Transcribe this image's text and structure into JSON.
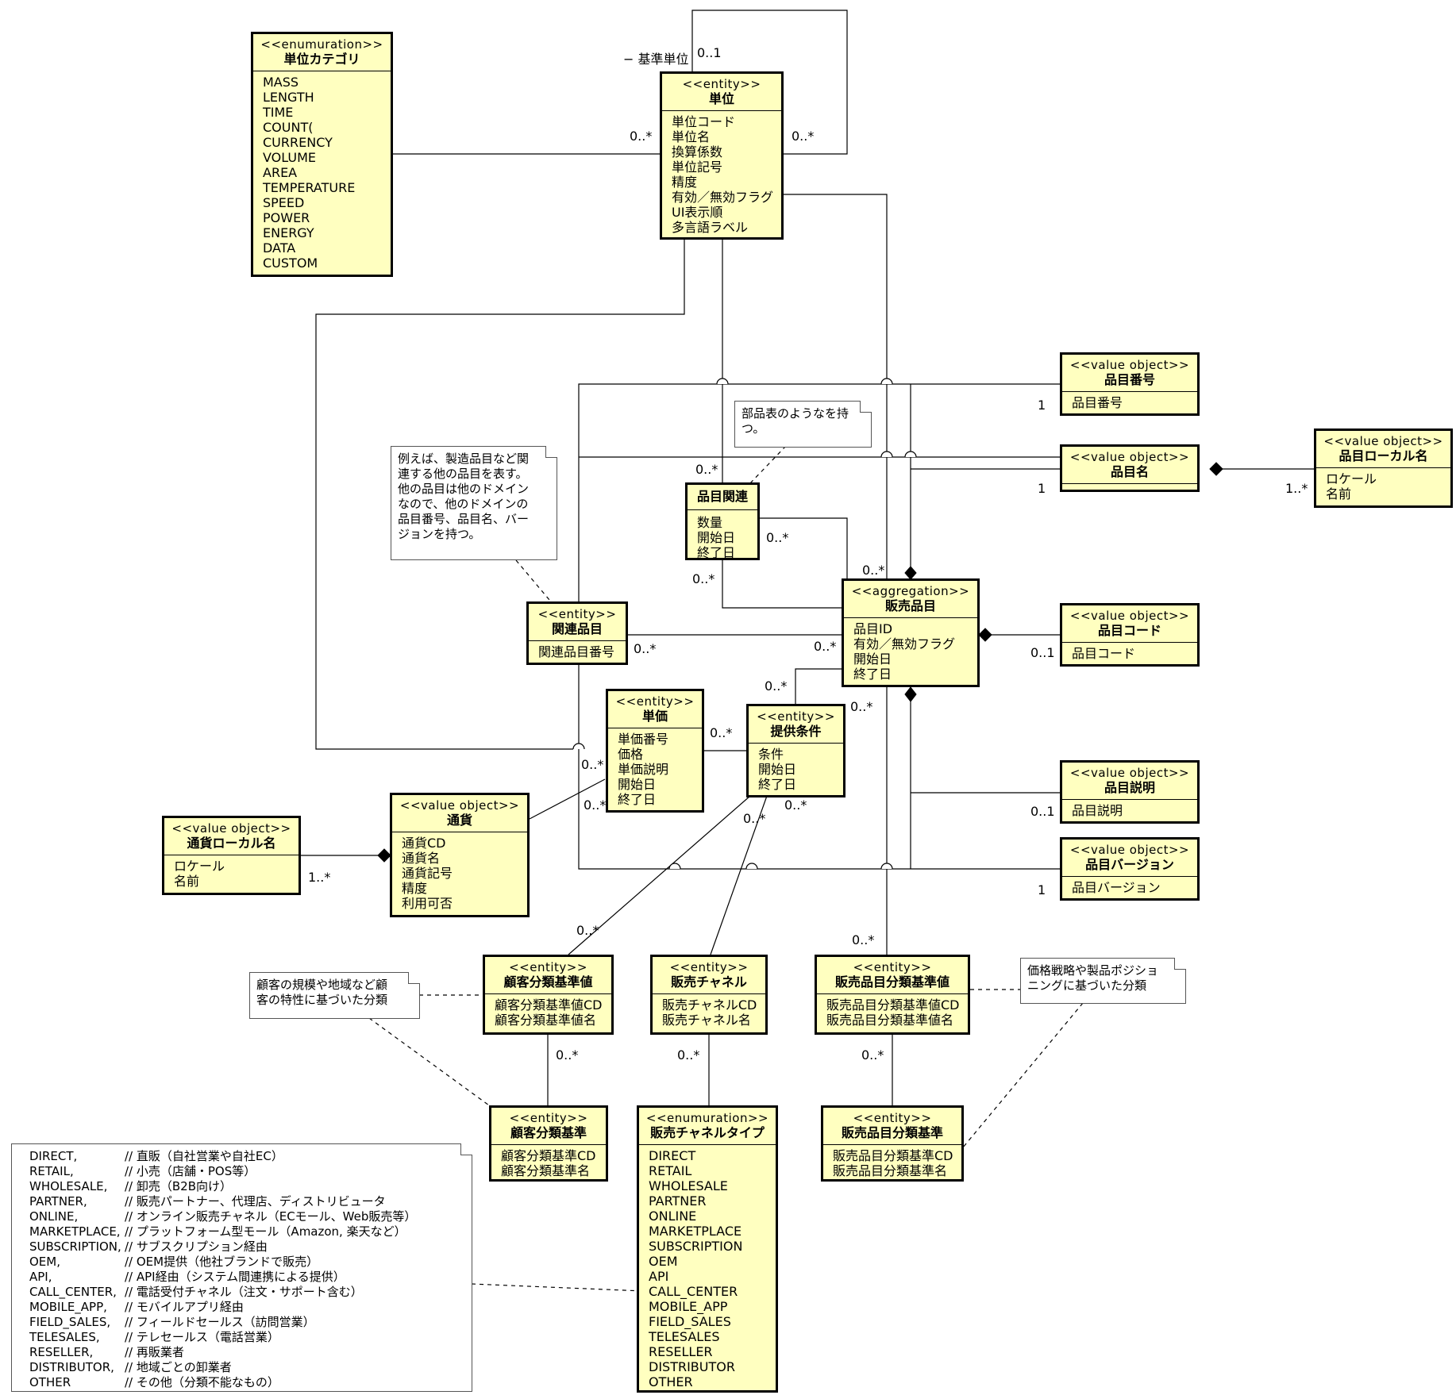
{
  "classes": {
    "unit_category": {
      "stereotype": "<<enumuration>>",
      "name": "単位カテゴリ",
      "items": [
        "MASS",
        "LENGTH",
        "TIME",
        "COUNT(",
        "CURRENCY",
        "VOLUME",
        "AREA",
        "TEMPERATURE",
        "SPEED",
        "POWER",
        "ENERGY",
        "DATA",
        "CUSTOM"
      ]
    },
    "unit": {
      "stereotype": "<<entity>>",
      "name": "単位",
      "items": [
        "単位コード",
        "単位名",
        "換算係数",
        "単位記号",
        "精度",
        "有効／無効フラグ",
        "UI表示順",
        "多言語ラベル"
      ]
    },
    "item_number": {
      "stereotype": "<<value object>>",
      "name": "品目番号",
      "items": [
        "品目番号"
      ]
    },
    "item_name": {
      "stereotype": "<<value object>>",
      "name": "品目名",
      "items": []
    },
    "item_local_name": {
      "stereotype": "<<value object>>",
      "name": "品目ローカル名",
      "items": [
        "ロケール",
        "名前"
      ]
    },
    "item_relation": {
      "stereotype": "",
      "name": "品目関連",
      "items": [
        "数量",
        "開始日",
        "終了日"
      ]
    },
    "related_item": {
      "stereotype": "<<entity>>",
      "name": "関連品目",
      "items": [
        "関連品目番号"
      ]
    },
    "sales_item": {
      "stereotype": "<<aggregation>>",
      "name": "販売品目",
      "items": [
        "品目ID",
        "有効／無効フラグ",
        "開始日",
        "終了日"
      ]
    },
    "item_code": {
      "stereotype": "<<value object>>",
      "name": "品目コード",
      "items": [
        "品目コード"
      ]
    },
    "unit_price": {
      "stereotype": "<<entity>>",
      "name": "単価",
      "items": [
        "単価番号",
        "価格",
        "単価説明",
        "開始日",
        "終了日"
      ]
    },
    "offer_condition": {
      "stereotype": "<<entity>>",
      "name": "提供条件",
      "items": [
        "条件",
        "開始日",
        "終了日"
      ]
    },
    "item_description": {
      "stereotype": "<<value object>>",
      "name": "品目説明",
      "items": [
        "品目説明"
      ]
    },
    "item_version": {
      "stereotype": "<<value object>>",
      "name": "品目バージョン",
      "items": [
        "品目バージョン"
      ]
    },
    "currency": {
      "stereotype": "<<value object>>",
      "name": "通貨",
      "items": [
        "通貨CD",
        "通貨名",
        "通貨記号",
        "精度",
        "利用可否"
      ]
    },
    "currency_local_name": {
      "stereotype": "<<value object>>",
      "name": "通貨ローカル名",
      "items": [
        "ロケール",
        "名前"
      ]
    },
    "customer_class_value": {
      "stereotype": "<<entity>>",
      "name": "顧客分類基準値",
      "items": [
        "顧客分類基準値CD",
        "顧客分類基準値名"
      ]
    },
    "sales_channel": {
      "stereotype": "<<entity>>",
      "name": "販売チャネル",
      "items": [
        "販売チャネルCD",
        "販売チャネル名"
      ]
    },
    "sales_item_class_value": {
      "stereotype": "<<entity>>",
      "name": "販売品目分類基準値",
      "items": [
        "販売品目分類基準値CD",
        "販売品目分類基準値名"
      ]
    },
    "customer_class": {
      "stereotype": "<<entity>>",
      "name": "顧客分類基準",
      "items": [
        "顧客分類基準CD",
        "顧客分類基準名"
      ]
    },
    "sales_channel_type": {
      "stereotype": "<<enumuration>>",
      "name": "販売チャネルタイプ",
      "items": [
        "DIRECT",
        "RETAIL",
        "WHOLESALE",
        "PARTNER",
        "ONLINE",
        "MARKETPLACE",
        "SUBSCRIPTION",
        "OEM",
        "API",
        "CALL_CENTER",
        "MOBILE_APP",
        "FIELD_SALES",
        "TELESALES",
        "RESELLER",
        "DISTRIBUTOR",
        "OTHER"
      ]
    },
    "sales_item_class": {
      "stereotype": "<<entity>>",
      "name": "販売品目分類基準",
      "items": [
        "販売品目分類基準CD",
        "販売品目分類基準名"
      ]
    }
  },
  "notes": {
    "bom": [
      "部品表のようなを持",
      "つ。"
    ],
    "related": [
      "例えば、製造品目など関",
      "連する他の品目を表す。",
      "他の品目は他のドメイン",
      "なので、他のドメインの",
      "品目番号、品目名、バー",
      "ジョンを持つ。"
    ],
    "customer": [
      "顧客の規模や地域など顧",
      "客の特性に基づいた分類"
    ],
    "pricing": [
      "価格戦略や製品ポジショ",
      "ニングに基づいた分類"
    ],
    "legend": [
      {
        "k": "DIRECT,",
        "v": "// 直販（自社営業や自社EC）"
      },
      {
        "k": "RETAIL,",
        "v": "// 小売（店舗・POS等）"
      },
      {
        "k": "WHOLESALE,",
        "v": "// 卸売（B2B向け）"
      },
      {
        "k": "PARTNER,",
        "v": "// 販売パートナー、代理店、ディストリビュータ"
      },
      {
        "k": "ONLINE,",
        "v": "// オンライン販売チャネル（ECモール、Web販売等）"
      },
      {
        "k": "MARKETPLACE,",
        "v": "// プラットフォーム型モール（Amazon, 楽天など）"
      },
      {
        "k": "SUBSCRIPTION,",
        "v": "// サブスクリプション経由"
      },
      {
        "k": "OEM,",
        "v": "// OEM提供（他社ブランドで販売）"
      },
      {
        "k": "API,",
        "v": "// API経由（システム間連携による提供）"
      },
      {
        "k": "CALL_CENTER,",
        "v": "// 電話受付チャネル（注文・サポート含む）"
      },
      {
        "k": "MOBILE_APP,",
        "v": "// モバイルアプリ経由"
      },
      {
        "k": "FIELD_SALES,",
        "v": "// フィールドセールス（訪問営業）"
      },
      {
        "k": "TELESALES,",
        "v": "// テレセールス（電話営業）"
      },
      {
        "k": "RESELLER,",
        "v": "// 再販業者"
      },
      {
        "k": "DISTRIBUTOR,",
        "v": "// 地域ごとの卸業者"
      },
      {
        "k": "OTHER",
        "v": "// その他（分類不能なもの）"
      }
    ]
  },
  "labels": {
    "base_unit": "− 基準単位",
    "m_self_top": "0..1",
    "m_unit_left": "0..*",
    "m_unit_right": "0..*",
    "m_itemnum": "1",
    "m_itemname": "1",
    "m_localname": "1..*",
    "m_rel_top": "0..*",
    "m_rel_right": "0..*",
    "m_rel_bottom": "0..*",
    "m_sales_top": "0..*",
    "m_related_r": "0..*",
    "m_sales_left": "0..*",
    "m_code": "0..1",
    "m_offer_top": "0..*",
    "m_price_r": "0..*",
    "m_sales_bot": "0..*",
    "m_price_l": "0..*",
    "m_price_bl": "0..*",
    "m_offer_b1": "0..*",
    "m_offer_b2": "0..*",
    "m_desc": "0..1",
    "m_version": "1",
    "m_curr_local": "1..*",
    "m_custval_top": "0..*",
    "m_sicv_top": "0..*",
    "m_cust_class": "0..*",
    "m_chan_type": "0..*",
    "m_si_class": "0..*"
  }
}
